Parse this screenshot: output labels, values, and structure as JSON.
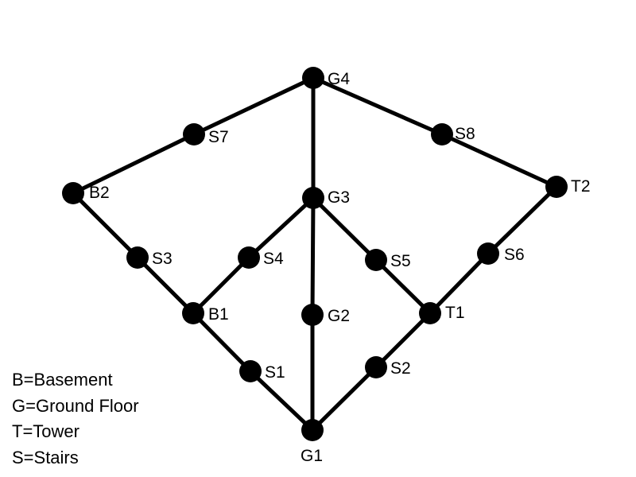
{
  "nodes": [
    {
      "id": "G4",
      "label": "G4"
    },
    {
      "id": "S7",
      "label": "S7"
    },
    {
      "id": "S8",
      "label": "S8"
    },
    {
      "id": "B2",
      "label": "B2"
    },
    {
      "id": "G3",
      "label": "G3"
    },
    {
      "id": "T2",
      "label": "T2"
    },
    {
      "id": "S3",
      "label": "S3"
    },
    {
      "id": "S4",
      "label": "S4"
    },
    {
      "id": "S5",
      "label": "S5"
    },
    {
      "id": "S6",
      "label": "S6"
    },
    {
      "id": "B1",
      "label": "B1"
    },
    {
      "id": "G2",
      "label": "G2"
    },
    {
      "id": "T1",
      "label": "T1"
    },
    {
      "id": "S1",
      "label": "S1"
    },
    {
      "id": "S2",
      "label": "S2"
    },
    {
      "id": "G1",
      "label": "G1"
    }
  ],
  "edges": [
    [
      "G4",
      "S7"
    ],
    [
      "S7",
      "B2"
    ],
    [
      "G4",
      "S8"
    ],
    [
      "S8",
      "T2"
    ],
    [
      "G4",
      "G3"
    ],
    [
      "B2",
      "S3"
    ],
    [
      "S3",
      "B1"
    ],
    [
      "G3",
      "S4"
    ],
    [
      "S4",
      "B1"
    ],
    [
      "G3",
      "S5"
    ],
    [
      "S5",
      "T1"
    ],
    [
      "T2",
      "S6"
    ],
    [
      "S6",
      "T1"
    ],
    [
      "G3",
      "G2"
    ],
    [
      "G2",
      "G1"
    ],
    [
      "B1",
      "S1"
    ],
    [
      "S1",
      "G1"
    ],
    [
      "T1",
      "S2"
    ],
    [
      "S2",
      "G1"
    ]
  ],
  "legend": [
    "B=Basement",
    "G=Ground Floor",
    "T=Tower",
    "S=Stairs"
  ],
  "colors": {
    "node": "#000000",
    "edge": "#000000",
    "background": "#ffffff"
  }
}
